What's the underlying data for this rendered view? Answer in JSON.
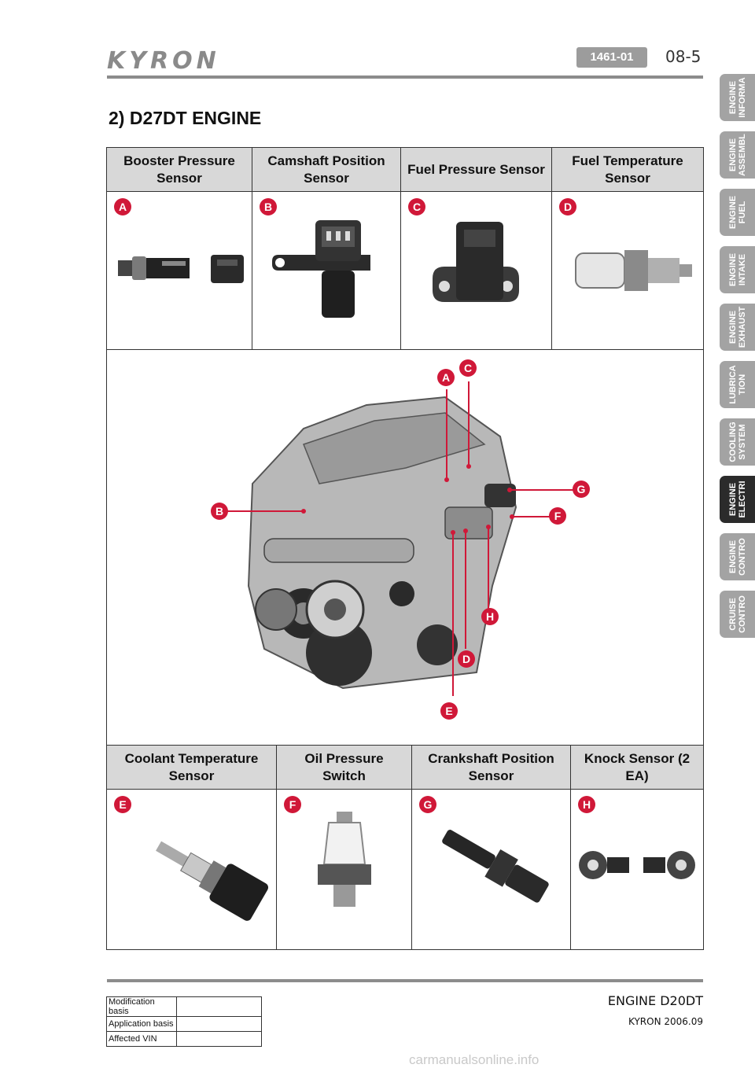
{
  "header": {
    "brand": "KYRON",
    "code": "1461-01",
    "page": "08-5"
  },
  "section_title": "2) D27DT ENGINE",
  "side_tabs": [
    {
      "line1": "ENGINE",
      "line2": "INFORMA",
      "active": false
    },
    {
      "line1": "ENGINE",
      "line2": "ASSEMBL",
      "active": false
    },
    {
      "line1": "ENGINE",
      "line2": "FUEL",
      "active": false
    },
    {
      "line1": "ENGINE",
      "line2": "INTAKE",
      "active": false
    },
    {
      "line1": "ENGINE",
      "line2": "EXHAUST",
      "active": false
    },
    {
      "line1": "LUBRICA",
      "line2": "TION",
      "active": false
    },
    {
      "line1": "COOLING",
      "line2": "SYSTEM",
      "active": false
    },
    {
      "line1": "ENGINE",
      "line2": "ELECTRI",
      "active": true
    },
    {
      "line1": "ENGINE",
      "line2": "CONTRO",
      "active": false
    },
    {
      "line1": "CRUISE",
      "line2": "CONTRO",
      "active": false
    }
  ],
  "top_sensors": [
    {
      "label": "Booster Pressure Sensor",
      "letter": "A"
    },
    {
      "label": "Camshaft Position Sensor",
      "letter": "B"
    },
    {
      "label": "Fuel Pressure Sensor",
      "letter": "C"
    },
    {
      "label": "Fuel Temperature Sensor",
      "letter": "D"
    }
  ],
  "bottom_sensors": [
    {
      "label": "Coolant Temperature Sensor",
      "letter": "E"
    },
    {
      "label": "Oil Pressure Switch",
      "letter": "F"
    },
    {
      "label": "Crankshaft Position Sensor",
      "letter": "G"
    },
    {
      "label": "Knock Sensor (2 EA)",
      "letter": "H"
    }
  ],
  "engine_callouts": [
    "A",
    "C",
    "G",
    "B",
    "F",
    "H",
    "D",
    "E"
  ],
  "footer": {
    "title": "ENGINE D20DT",
    "subtitle": "KYRON 2006.09",
    "mod_rows": [
      "Modification basis",
      "Application basis",
      "Affected VIN"
    ]
  },
  "watermark": "carmanualsonline.info",
  "colors": {
    "badge": "#d01838",
    "header_fill": "#d8d8d8",
    "tab": "#a3a3a3",
    "tab_active": "#2b2b2b"
  }
}
